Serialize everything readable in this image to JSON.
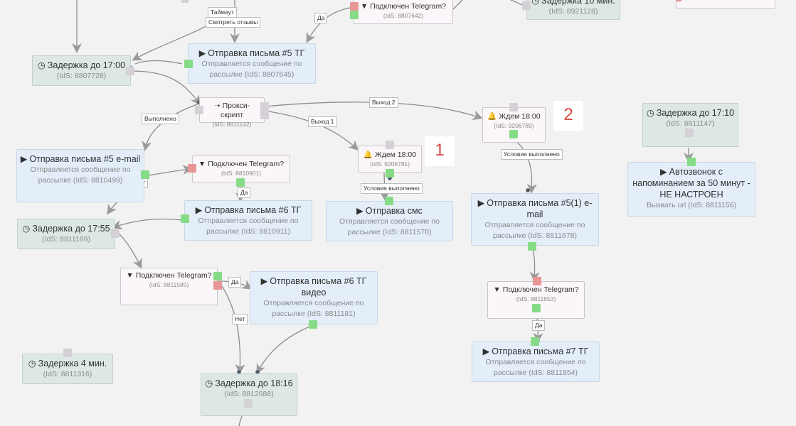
{
  "nodes": {
    "top_filter": {
      "title": "Подключен Telegram?",
      "sub": "(IdS: 8807642)"
    },
    "top_delay_partial": {
      "title": "Задержка 10 мин.",
      "sub": "(IdS: 8921128)"
    },
    "email5tg": {
      "title": "Отправка письма #5 ТГ",
      "sub": "Отправляется сообщение по рассылке (IdS: 8807645)"
    },
    "delay1700": {
      "title": "Задержка до 17:00",
      "sub": "(IdS: 8807728)"
    },
    "proxy": {
      "title": "Прокси-скрипт",
      "sub": "(IdS: 8811142)"
    },
    "wait_a": {
      "title": "Ждем 18:00",
      "sub": "(IdS: 9206781)"
    },
    "wait_b": {
      "title": "Ждем 18:00",
      "sub": "(IdS: 9206789)"
    },
    "email5email": {
      "title": "Отправка письма #5 e-mail",
      "sub": "Отправляется сообщение по рассылке (IdS: 8810499)"
    },
    "filter_b": {
      "title": "Подключен Telegram?",
      "sub": "(IdS: 8810901)"
    },
    "email6tg": {
      "title": "Отправка письма #6 ТГ",
      "sub": "Отправляется сообщение по рассылке (IdS: 8810911)"
    },
    "sms": {
      "title": "Отправка смс",
      "sub": "Отправляется сообщение по рассылке (IdS: 8811570)"
    },
    "email5_1": {
      "title": "Отправка письма #5(1) e-mail",
      "sub": "Отправляется сообщение по рассылке (IdS: 8811678)"
    },
    "delay1710": {
      "title": "Задержка до 17:10",
      "sub": "(IdS: 8811147)"
    },
    "autocall": {
      "title": "Автозвонок с напоминанием за 50 минут - НЕ НАСТРОЕН",
      "sub": "Вызвать url (IdS: 8811156)"
    },
    "delay1755": {
      "title": "Задержка до 17:55",
      "sub": "(IdS: 8811169)"
    },
    "filter_c": {
      "title": "Подключен Telegram?",
      "sub": "(IdS: 8811585)"
    },
    "email6video": {
      "title": "Отправка письма #6 ТГ видео",
      "sub": "Отправляется сообщение по рассылке (IdS: 8811181)"
    },
    "filter_d": {
      "title": "Подключен Telegram?",
      "sub": "(IdS: 8811853)"
    },
    "email7tg": {
      "title": "Отправка письма #7 ТГ",
      "sub": "Отправляется сообщение по рассылке (IdS: 8811854)"
    },
    "delay4min": {
      "title": "Задержка 4 мин.",
      "sub": "(IdS: 8811316)"
    },
    "delay1816": {
      "title": "Задержка до 18:16",
      "sub": "(IdS: 8812688)"
    }
  },
  "edge_labels": {
    "timeout": "Таймаут",
    "reviews": "Смотреть отзывы",
    "yes_top": "Да",
    "exit2": "Выход 2",
    "done": "Выполнено",
    "exit1": "Выход 1",
    "cond_a": "Условие выполнено",
    "cond_b": "Условие выполнено",
    "no_b": "Нет",
    "yes_b": "Да",
    "yes_c": "Да",
    "no_c": "Нет",
    "yes_d": "Да"
  },
  "markers": {
    "m1": "1",
    "m2": "2"
  },
  "colors": {
    "email_node": "#e3eef9",
    "delay_node": "#dde8e5",
    "filter_node": "#faf6fa",
    "port_green": "#86dc86",
    "port_red": "#e89595",
    "edge": "#8c8c8c",
    "marker_text": "#d9463c"
  },
  "icons": {
    "send": "play-icon",
    "delay": "clock-icon",
    "filter": "filter-icon",
    "wait": "bell-icon",
    "proxy": "arrow-right-icon"
  }
}
